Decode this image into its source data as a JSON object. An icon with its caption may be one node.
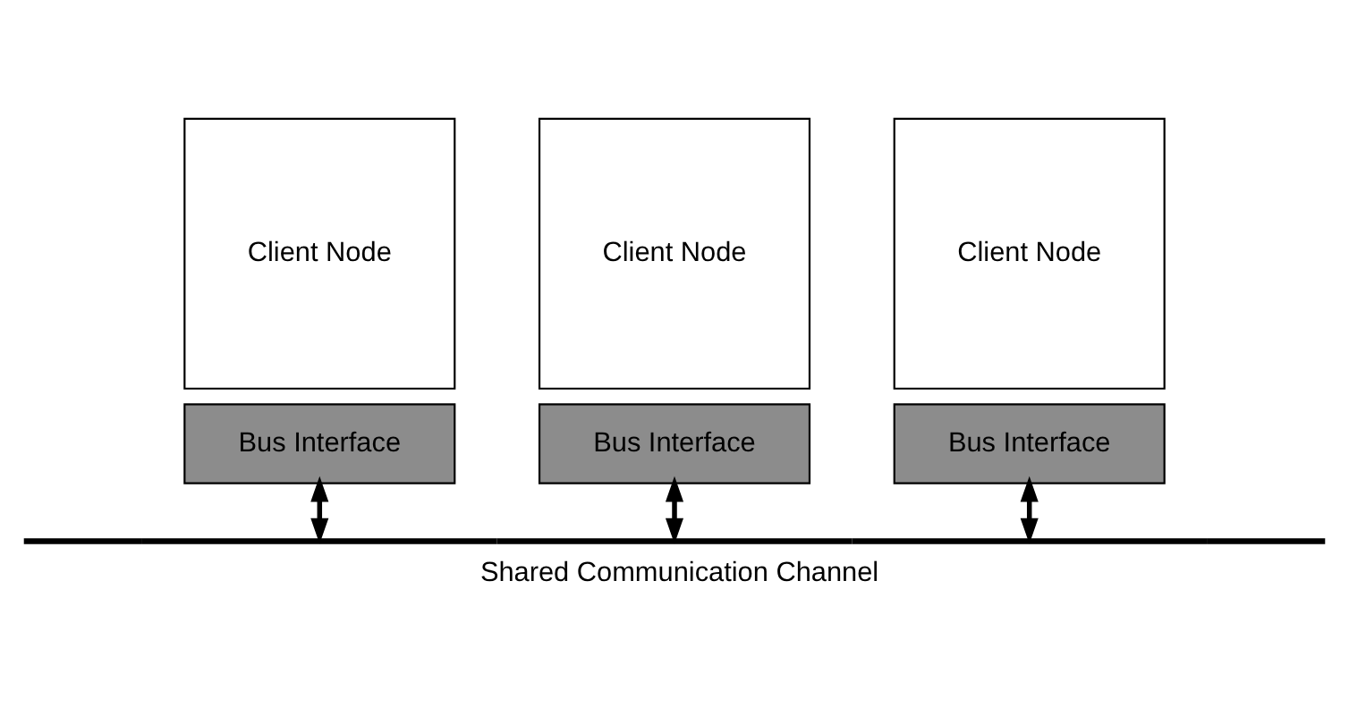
{
  "diagram": {
    "nodes": [
      {
        "text": [
          "Client Node"
        ]
      },
      {
        "text": [
          "Client Node"
        ]
      },
      {
        "text": [
          "Client Node"
        ]
      },
      {
        "text": [
          "Bus Interface"
        ]
      },
      {
        "text": [
          "Bus Interface"
        ]
      },
      {
        "text": [
          "Bus Interface"
        ]
      },
      {
        "text": [
          "Shared Communication Channel"
        ]
      }
    ],
    "edges": [
      {
        "from": 3,
        "to": 6,
        "arrow": "both"
      },
      {
        "from": 4,
        "to": 6,
        "arrow": "both"
      },
      {
        "from": 5,
        "to": 6,
        "arrow": "both"
      }
    ]
  }
}
